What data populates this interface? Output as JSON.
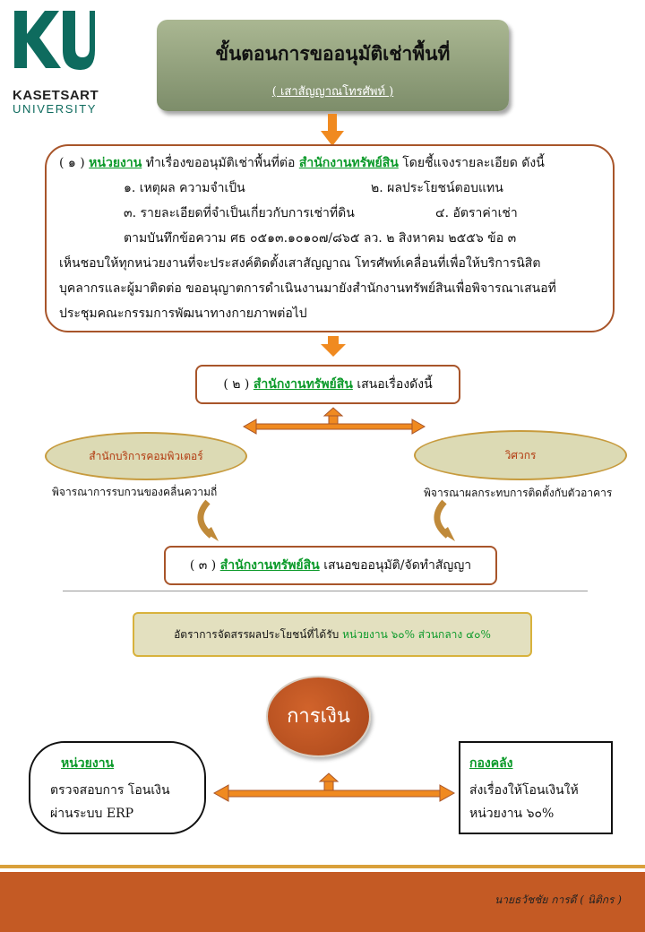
{
  "logo": {
    "mark": "KU",
    "line1": "KASETSART",
    "line2": "UNIVERSITY",
    "color": "#0e6b5e"
  },
  "title": {
    "main": "ขั้นตอนการขออนุมัติเช่าพื้นที่",
    "sub": "( เสาสัญญาณโทรศัพท์ )"
  },
  "step1": {
    "number": "( ๑ )",
    "unit": "หน่วยงาน",
    "text_a": "ทำเรื่องขออนุมัติเช่าพื้นที่ต่อ",
    "office": "สำนักงานทรัพย์สิน",
    "text_b": "โดยชี้แจงรายละเอียด  ดังนี้",
    "item1": "๑. เหตุผล ความจำเป็น",
    "item2": "๒. ผลประโยชน์ตอบแทน",
    "item3": "๓. รายละเอียดที่จำเป็นเกี่ยวกับการเช่าที่ดิน",
    "item4": "๔. อัตราค่าเช่า",
    "memo": "ตามบันทึกข้อความ ศธ ๐๕๑๓.๑๐๑๐๗/๘๖๕ ลว. ๒ สิงหาคม ๒๕๕๖ ข้อ ๓",
    "para1": "เห็นชอบให้ทุกหน่วยงานที่จะประสงค์ติดตั้งเสาสัญญาณ โทรศัพท์เคลื่อนที่เพื่อให้บริการนิสิต",
    "para2": "บุคลากรและผู้มาติดต่อ ขออนุญาตการดำเนินงานมายังสำนักงานทรัพย์สินเพื่อพิจารณาเสนอที่",
    "para3": "ประชุมคณะกรรมการพัฒนาทางกายภาพต่อไป"
  },
  "step2": {
    "number": "( ๒ )",
    "office": "สำนักงานทรัพย์สิน",
    "text": "เสนอเรื่องดังนี้"
  },
  "computer_center": {
    "name": "สำนักบริการคอมพิวเตอร์",
    "note": "พิจารณาการรบกวนของคลื่นความถี่"
  },
  "engineering": {
    "name": "วิศวกร",
    "note": "พิจารณาผลกระทบการติดตั้งกับตัวอาคาร"
  },
  "step3": {
    "number": "( ๓ )",
    "office": "สำนักงานทรัพย์สิน",
    "text": "เสนอขออนุมัติ/จัดทำสัญญา"
  },
  "benefit": {
    "text": "อัตราการจัดสรรผลประโยชน์ที่ได้รับ",
    "share": "หน่วยงาน ๖๐% ส่วนกลาง ๔๐%"
  },
  "finance": {
    "label": "การเงิน"
  },
  "unit_box": {
    "title": "หน่วยงาน",
    "line1": "ตรวจสอบการ โอนเงิน",
    "line2": "ผ่านระบบ ERP"
  },
  "treasury_box": {
    "title": "กองคลัง",
    "line1": "ส่งเรื่องให้โอนเงินให้",
    "line2": "หน่วยงาน ๖๐%"
  },
  "footer": {
    "author": "นายธวัชชัย   การดี   ( นิติกร )"
  },
  "colors": {
    "accent": "#c45a24",
    "arrow": "#f08a20",
    "green_link": "#0c9a2a",
    "box_border": "#a8552a"
  }
}
